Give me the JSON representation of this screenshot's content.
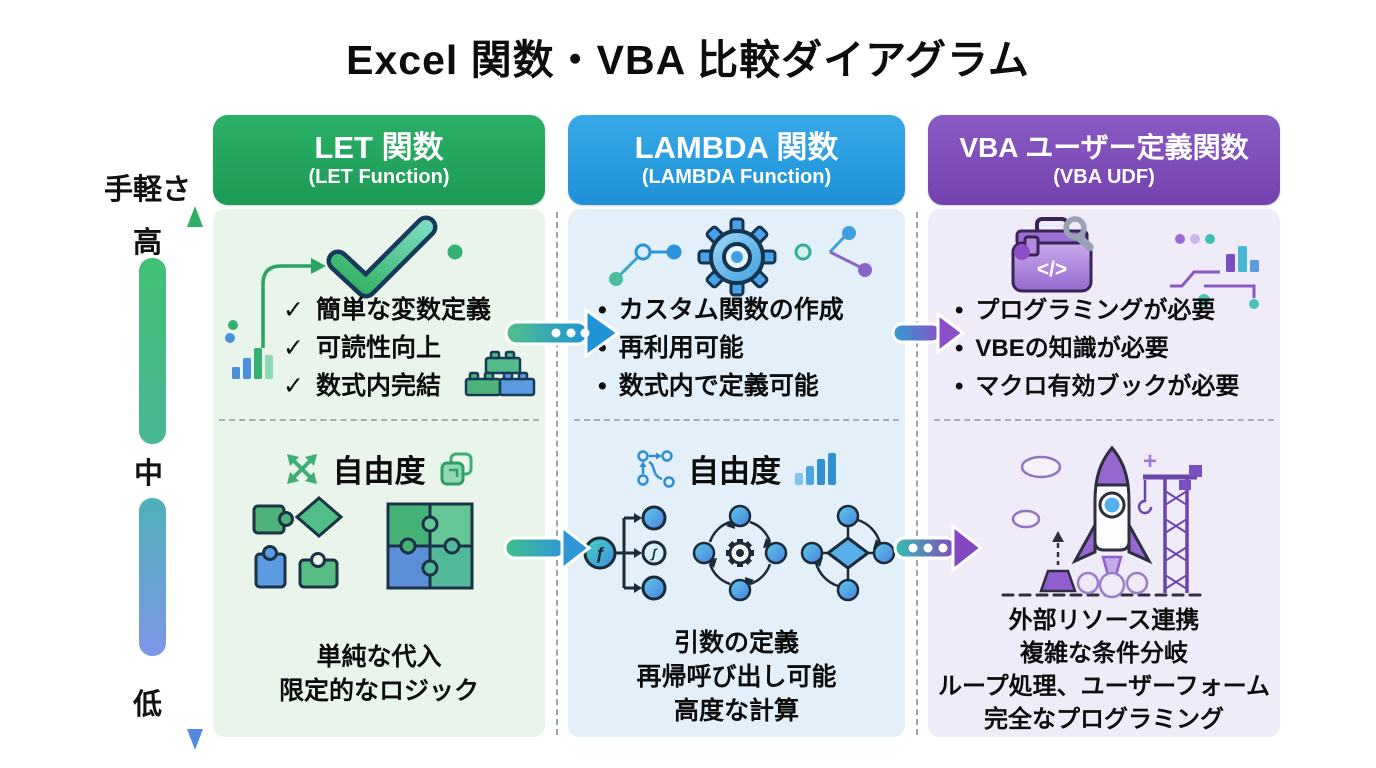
{
  "title": "Excel 関数・VBA 比較ダイアグラム",
  "axis": {
    "label": "手軽さ",
    "high": "高",
    "mid": "中",
    "low": "低"
  },
  "colors": {
    "let_accent": "#23a860",
    "lambda_accent": "#2c9fe5",
    "vba_accent": "#7e4fb8",
    "let_panel": "#e9f5eb",
    "lambda_panel": "#e3f0fa",
    "vba_panel": "#f0ebf8",
    "ease_gradient_top": "#3fbf77",
    "ease_gradient_bottom": "#7b96e8"
  },
  "columns": [
    {
      "title": "LET 関数",
      "subtitle": "(LET Function)",
      "marker": "✓",
      "features": [
        "簡単な変数定義",
        "可読性向上",
        "数式内完結"
      ],
      "freedom_label": "自由度",
      "caption_lines": [
        "単純な代入",
        "限定的なロジック"
      ]
    },
    {
      "title": "LAMBDA 関数",
      "subtitle": "(LAMBDA Function)",
      "marker": "•",
      "features": [
        "カスタム関数の作成",
        "再利用可能",
        "数式内で定義可能"
      ],
      "freedom_label": "自由度",
      "caption_lines": [
        "引数の定義",
        "再帰呼び出し可能",
        "高度な計算"
      ]
    },
    {
      "title": "VBA ユーザー定義関数",
      "subtitle": "(VBA UDF)",
      "marker": "•",
      "features": [
        "プログラミングが必要",
        "VBEの知識が必要",
        "マクロ有効ブックが必要"
      ],
      "caption_lines": [
        "外部リソース連携",
        "複雑な条件分岐",
        "ループ処理、ユーザーフォーム",
        "完全なプログラミング"
      ]
    }
  ],
  "glyphs": {
    "code": "</>",
    "fn": "ƒ",
    "node_fn": "ʃ",
    "plus": "+"
  },
  "icons": {
    "big-check-icon": "checkmark",
    "gear-icon": "gear",
    "toolbox-icon": "toolbox with wrench and code",
    "expand-arrows-icon": "four diagonal arrows",
    "copy-icon": "duplicate squares",
    "flow-nodes-icon": "connected nodes",
    "mini-bars-icon": "ascending bar chart",
    "bar-chart-icon": "small bar chart",
    "lego-bricks-icon": "building blocks",
    "puzzle-icon": "puzzle pieces",
    "cycle-gear-icon": "circular process with gear",
    "branch-icon": "function branching",
    "decision-icon": "diamond decision network",
    "rocket-icon": "rocket launch with crane"
  }
}
